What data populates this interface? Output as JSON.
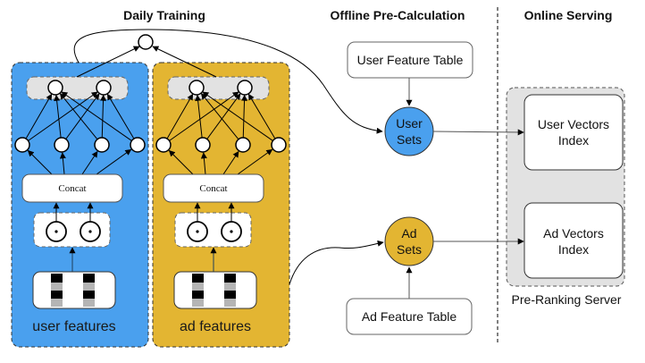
{
  "headers": {
    "daily_training": "Daily Training",
    "offline": "Offline Pre-Calculation",
    "online": "Online Serving"
  },
  "towers": [
    {
      "id": "user",
      "label": "user features",
      "concat_label": "Concat",
      "color": "#4aa0ee"
    },
    {
      "id": "ad",
      "label": "ad features",
      "concat_label": "Concat",
      "color": "#e3b532"
    }
  ],
  "offline": {
    "user_table": "User Feature Table",
    "user_sets": [
      "User",
      "Sets"
    ],
    "ad_sets": [
      "Ad",
      "Sets"
    ],
    "ad_table": "Ad Feature Table",
    "user_sets_color": "#4aa0ee",
    "ad_sets_color": "#e3b532"
  },
  "online": {
    "user_index": [
      "User Vectors",
      "Index"
    ],
    "ad_index": [
      "Ad Vectors",
      "Index"
    ],
    "server_label": "Pre-Ranking Server"
  }
}
